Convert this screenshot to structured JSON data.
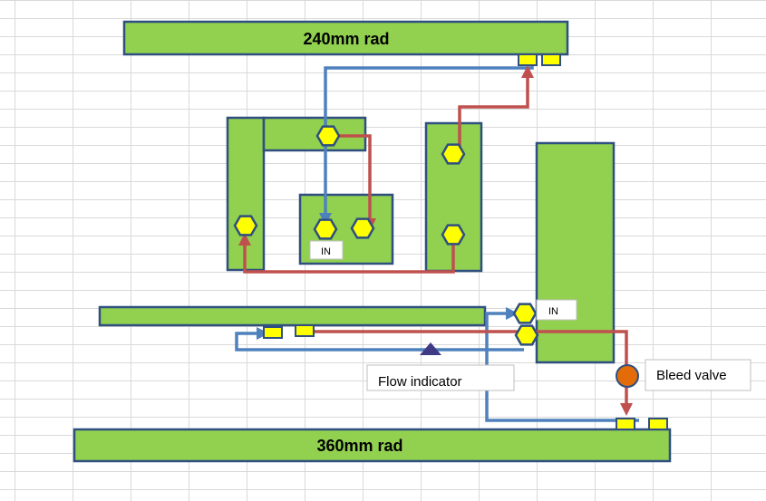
{
  "labels": {
    "radiator_top": "240mm rad",
    "radiator_bottom": "360mm rad",
    "in_label_1": "IN",
    "in_label_2": "IN",
    "flow_indicator": "Flow indicator",
    "bleed_valve": "Bleed valve"
  },
  "colors": {
    "component_fill": "#92d050",
    "component_stroke": "#2e4f7f",
    "port_fill": "#ffff00",
    "cold_pipe": "#4f81bd",
    "hot_pipe": "#c0504d",
    "bleed_valve": "#e36c09",
    "flow_indicator": "#403984"
  },
  "icons": {
    "flow_indicator": "triangle-icon",
    "bleed_valve": "circle-icon",
    "fitting": "hexagon-icon",
    "port": "square-port-icon"
  }
}
